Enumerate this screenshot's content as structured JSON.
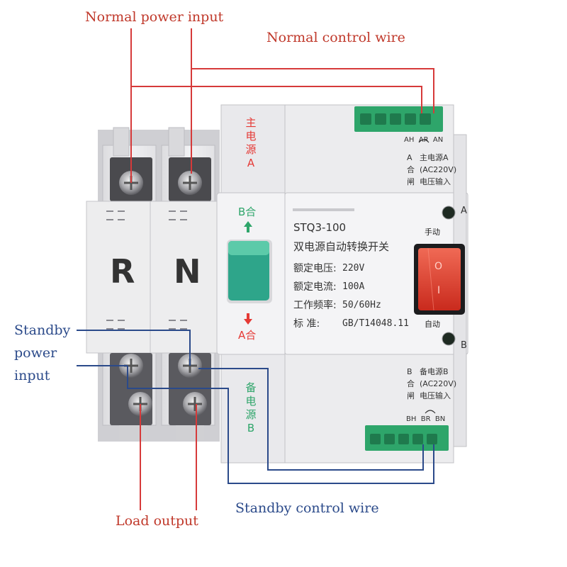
{
  "annotations": {
    "normal_power_input": "Normal power input",
    "normal_control_wire": "Normal control wire",
    "standby_power_input_line1": "Standby",
    "standby_power_input_line2": "power",
    "standby_power_input_line3": "input",
    "load_output": "Load output",
    "standby_control_wire": "Standby control wire"
  },
  "device": {
    "pole_r": "R",
    "pole_n": "N",
    "main_source_label": [
      "主",
      "电",
      "源",
      "A"
    ],
    "standby_source_label": [
      "备",
      "电",
      "源",
      "B"
    ],
    "switch_top_label": "B合",
    "switch_bottom_label": "A合",
    "top_terminal_codes": [
      "AH",
      "AR",
      "AN"
    ],
    "top_plate_col1": [
      "A",
      "合",
      "闸"
    ],
    "top_plate_col2": [
      "主电源A",
      "(AC220V)",
      "电压输入"
    ],
    "bottom_plate_col1": [
      "B",
      "合",
      "闸"
    ],
    "bottom_plate_col2": [
      "备电源B",
      "(AC220V)",
      "电压输入"
    ],
    "bottom_terminal_codes": [
      "BH",
      "BR",
      "BN"
    ],
    "model": "STQ3-100",
    "product_name": "双电源自动转换开关",
    "specs": [
      {
        "label": "额定电压:",
        "value": "220V"
      },
      {
        "label": "额定电流:",
        "value": "100A"
      },
      {
        "label": "工作频率:",
        "value": "50/60Hz"
      },
      {
        "label": "标  准:",
        "value": "GB/T14048.11"
      }
    ],
    "manual_label": "手动",
    "auto_label": "自动",
    "indicator_a": "A",
    "indicator_b": "B",
    "rocker_on": "O",
    "rocker_off": "I"
  },
  "colors": {
    "power_wire": "#d63a3a",
    "control_wire_standby": "#2b4a8a",
    "terminal_block": "#2ea56a",
    "rocker_switch": "#e0362c",
    "accent_green": "#2ea56a",
    "body": "#ececee"
  }
}
